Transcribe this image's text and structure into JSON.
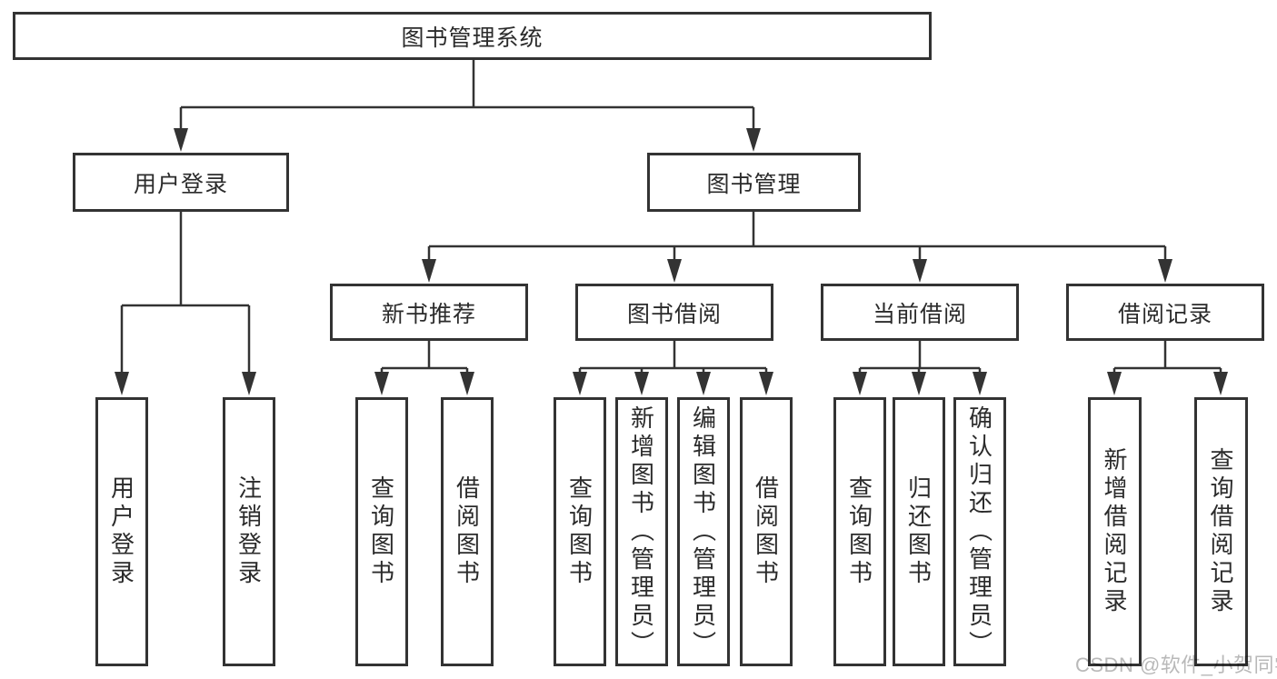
{
  "colors": {
    "line": "#333333",
    "box_border": "#333333",
    "box_background": "#ffffff",
    "text": "#2b2b2b",
    "watermark": "#b9b9b9",
    "background": "#ffffff"
  },
  "watermark": {
    "text": "CSDN @软件_小贺同学"
  },
  "tree": {
    "root": {
      "label": "图书管理系统"
    },
    "branches": [
      {
        "label": "用户登录",
        "children": [
          {
            "label": "用户登录"
          },
          {
            "label": "注销登录"
          }
        ]
      },
      {
        "label": "图书管理",
        "children": [
          {
            "label": "新书推荐",
            "children": [
              {
                "label": "查询图书"
              },
              {
                "label": "借阅图书"
              }
            ]
          },
          {
            "label": "图书借阅",
            "children": [
              {
                "label": "查询图书"
              },
              {
                "label": "新增图书（管理员）"
              },
              {
                "label": "编辑图书（管理员）"
              },
              {
                "label": "借阅图书"
              }
            ]
          },
          {
            "label": "当前借阅",
            "children": [
              {
                "label": "查询图书"
              },
              {
                "label": "归还图书"
              },
              {
                "label": "确认归还（管理员）"
              }
            ]
          },
          {
            "label": "借阅记录",
            "children": [
              {
                "label": "新增借阅记录"
              },
              {
                "label": "查询借阅记录"
              }
            ]
          }
        ]
      }
    ]
  }
}
